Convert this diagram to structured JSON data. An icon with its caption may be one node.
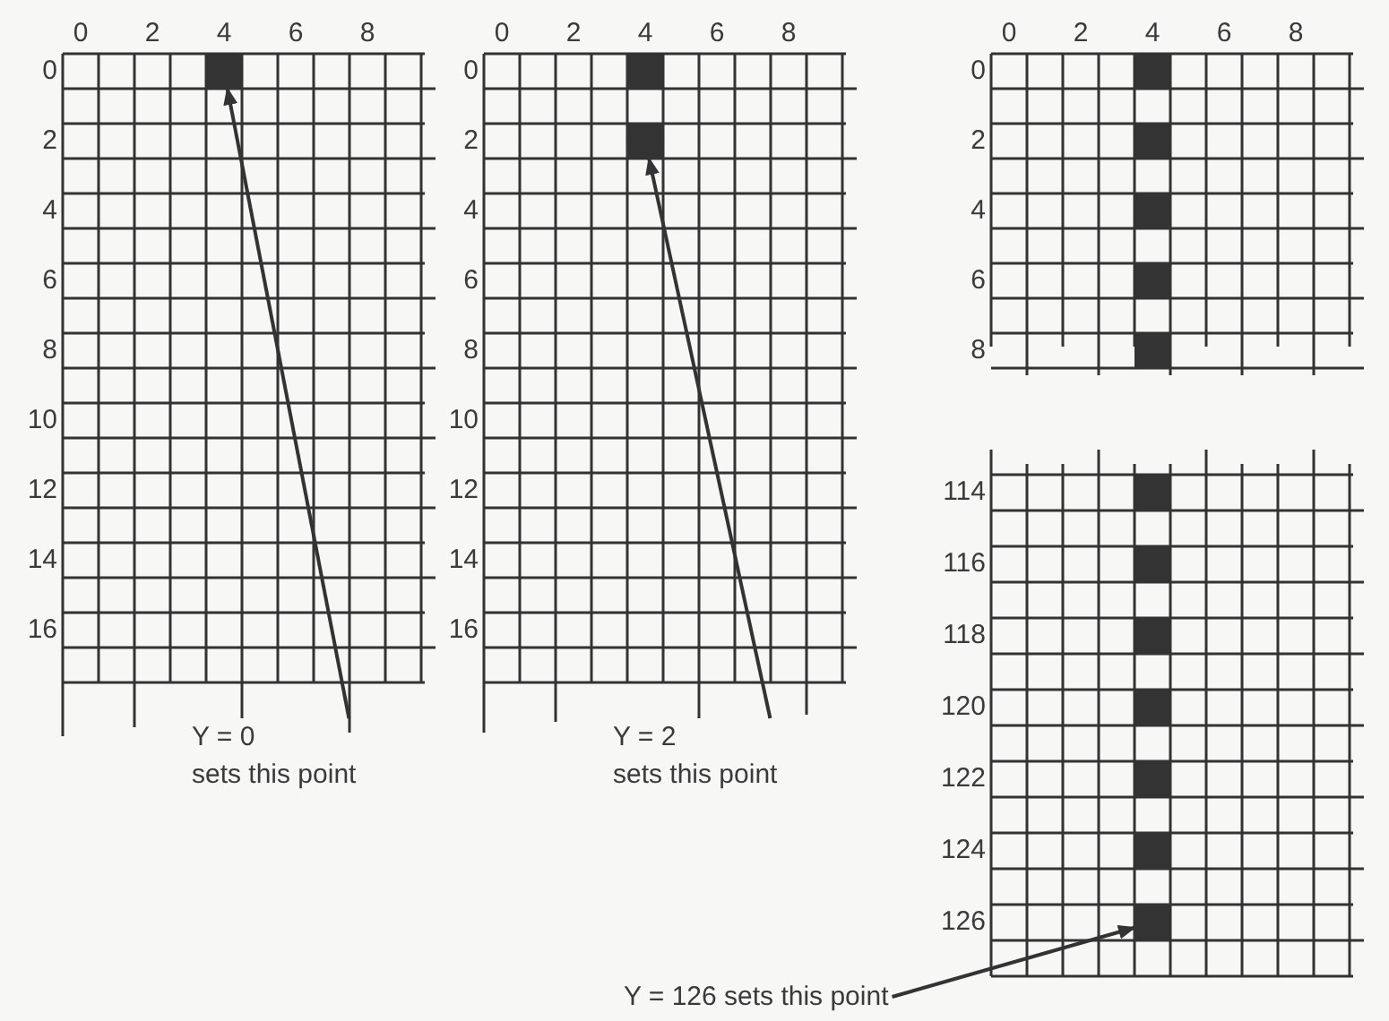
{
  "diagram": {
    "nodes": [
      {
        "text": [],
        "shape": "box"
      },
      {
        "text": [],
        "shape": "box"
      },
      {
        "text": [],
        "shape": "box"
      },
      {
        "text": [
          "Y = 0",
          "sets this point"
        ]
      },
      {
        "text": [
          "Y = 2",
          "sets this point"
        ]
      },
      {
        "text": [
          "Y = 126 sets this point"
        ]
      }
    ],
    "edges": [
      {
        "from": 3,
        "to": 0,
        "arrow": "to"
      },
      {
        "from": 4,
        "to": 1,
        "arrow": "to"
      },
      {
        "from": 5,
        "to": 2,
        "arrow": "to"
      }
    ],
    "labels": [
      "0",
      "2",
      "4",
      "6",
      "8",
      "0",
      "2",
      "4",
      "6",
      "8",
      "10",
      "12",
      "14",
      "16",
      "0",
      "2",
      "4",
      "6",
      "8",
      "0",
      "2",
      "4",
      "6",
      "8",
      "10",
      "12",
      "14",
      "16",
      "0",
      "2",
      "4",
      "6",
      "8",
      "0",
      "2",
      "4",
      "6",
      "8",
      "114",
      "116",
      "118",
      "120",
      "122",
      "124",
      "126"
    ]
  }
}
